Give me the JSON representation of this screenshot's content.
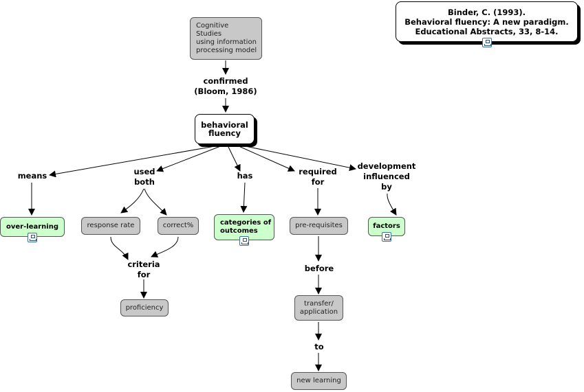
{
  "citation": "Binder, C. (1993).\nBehavioral fluency: A new paradigm.\nEducational Abstracts, 33, 8-14.",
  "nodes": {
    "cognitive": "Cognitive\nStudies\nusing information\nprocessing model",
    "behavioral_fluency": "behavioral\nfluency",
    "over_learning": "over-learning",
    "response_rate": "response rate",
    "correct_pct": "correct%",
    "categories": "categories of\noutcomes",
    "prerequisites": "pre-requisites",
    "factors": "factors",
    "proficiency": "proficiency",
    "transfer": "transfer/\napplication",
    "new_learning": "new learning"
  },
  "links": {
    "confirmed": "confirmed\n(Bloom, 1986)",
    "means": "means",
    "used_both": "used\nboth",
    "has": "has",
    "required_for": "required\nfor",
    "development": "development\ninfluenced\nby",
    "criteria_for": "criteria\nfor",
    "before": "before",
    "to": "to"
  },
  "icons": [
    "concept-map-icon",
    "concept-map-icon",
    "concept-map-icon",
    "concept-map-icon"
  ]
}
